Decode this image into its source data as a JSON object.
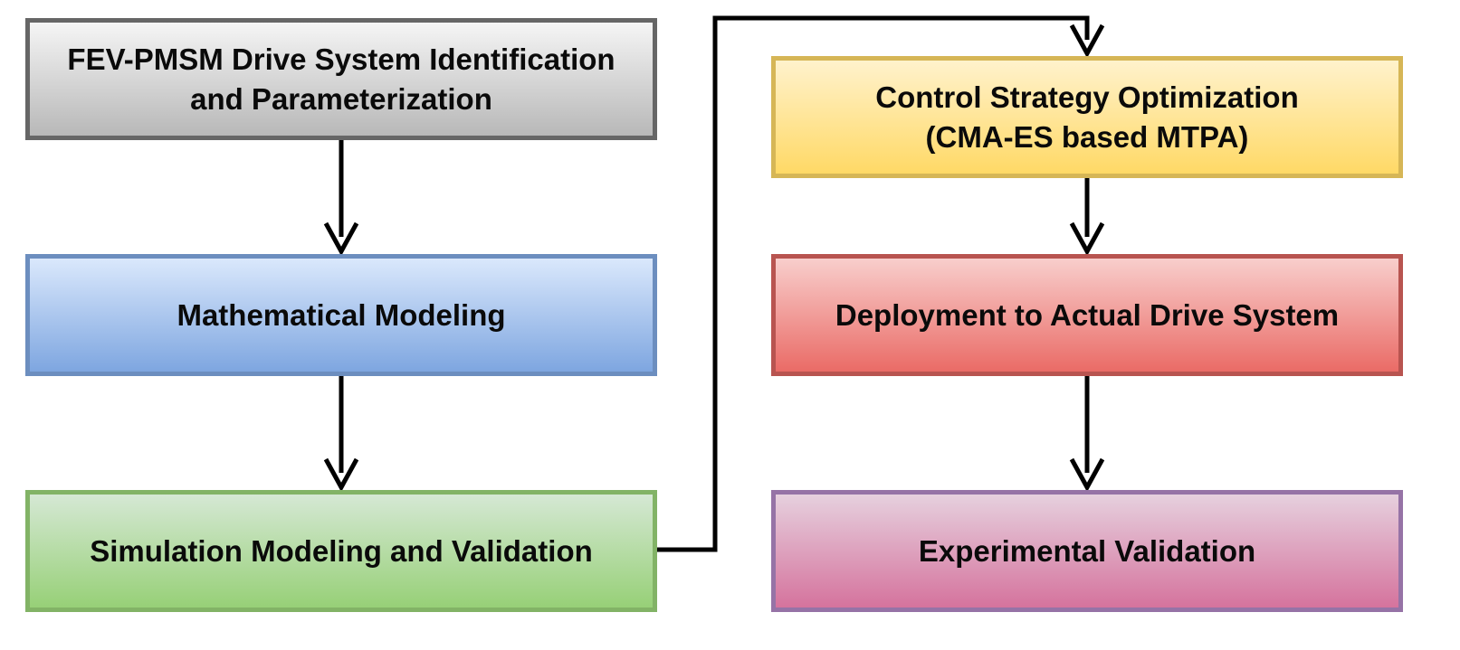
{
  "boxes": {
    "fev": {
      "line1": "FEV-PMSM Drive System Identification",
      "line2": "and Parameterization"
    },
    "math": {
      "line1": "Mathematical Modeling"
    },
    "sim": {
      "line1": "Simulation Modeling and Validation"
    },
    "ctrl": {
      "line1": "Control Strategy Optimization",
      "line2": "(CMA-ES based MTPA)"
    },
    "deploy": {
      "line1": "Deployment to Actual Drive System"
    },
    "exp": {
      "line1": "Experimental Validation"
    }
  },
  "colors": {
    "arrow": "#000000"
  }
}
